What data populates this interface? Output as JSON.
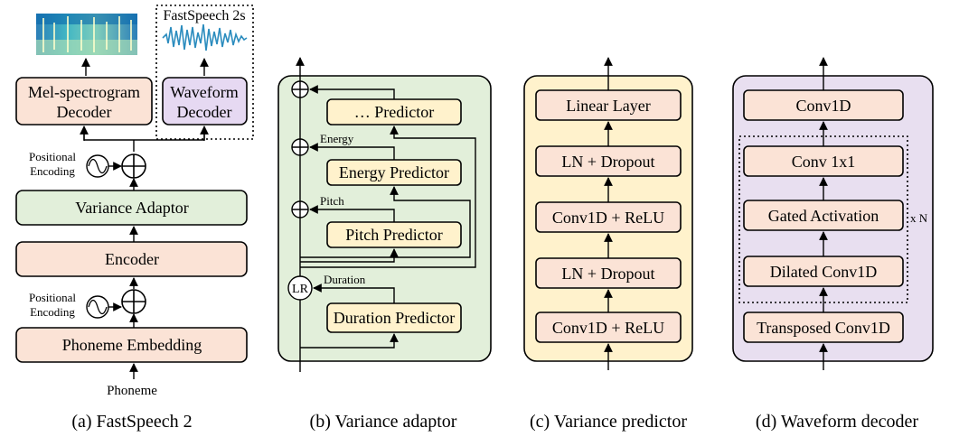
{
  "panel_a": {
    "fastspeech2s_label": "FastSpeech 2s",
    "mel_decoder_line1": "Mel-spectrogram",
    "mel_decoder_line2": "Decoder",
    "waveform_decoder_line1": "Waveform",
    "waveform_decoder_line2": "Decoder",
    "positional_encoding_line1": "Positional",
    "positional_encoding_line2": "Encoding",
    "variance_adaptor": "Variance Adaptor",
    "encoder": "Encoder",
    "phoneme_embedding": "Phoneme Embedding",
    "phoneme": "Phoneme",
    "caption": "(a) FastSpeech 2"
  },
  "panel_b": {
    "other_predictor": "… Predictor",
    "energy_label": "Energy",
    "energy_predictor": "Energy Predictor",
    "pitch_label": "Pitch",
    "pitch_predictor": "Pitch Predictor",
    "lr_label": "LR",
    "duration_label": "Duration",
    "duration_predictor": "Duration Predictor",
    "caption": "(b) Variance adaptor"
  },
  "panel_c": {
    "layers": [
      "Linear Layer",
      "LN + Dropout",
      "Conv1D + ReLU",
      "LN + Dropout",
      "Conv1D + ReLU"
    ],
    "caption": "(c) Variance predictor"
  },
  "panel_d": {
    "conv1d": "Conv1D",
    "conv1x1": "Conv 1x1",
    "gated_activation": "Gated Activation",
    "dilated_conv": "Dilated Conv1D",
    "transposed_conv": "Transposed Conv1D",
    "repeat_label": "x N",
    "caption": "(d) Waveform decoder"
  }
}
